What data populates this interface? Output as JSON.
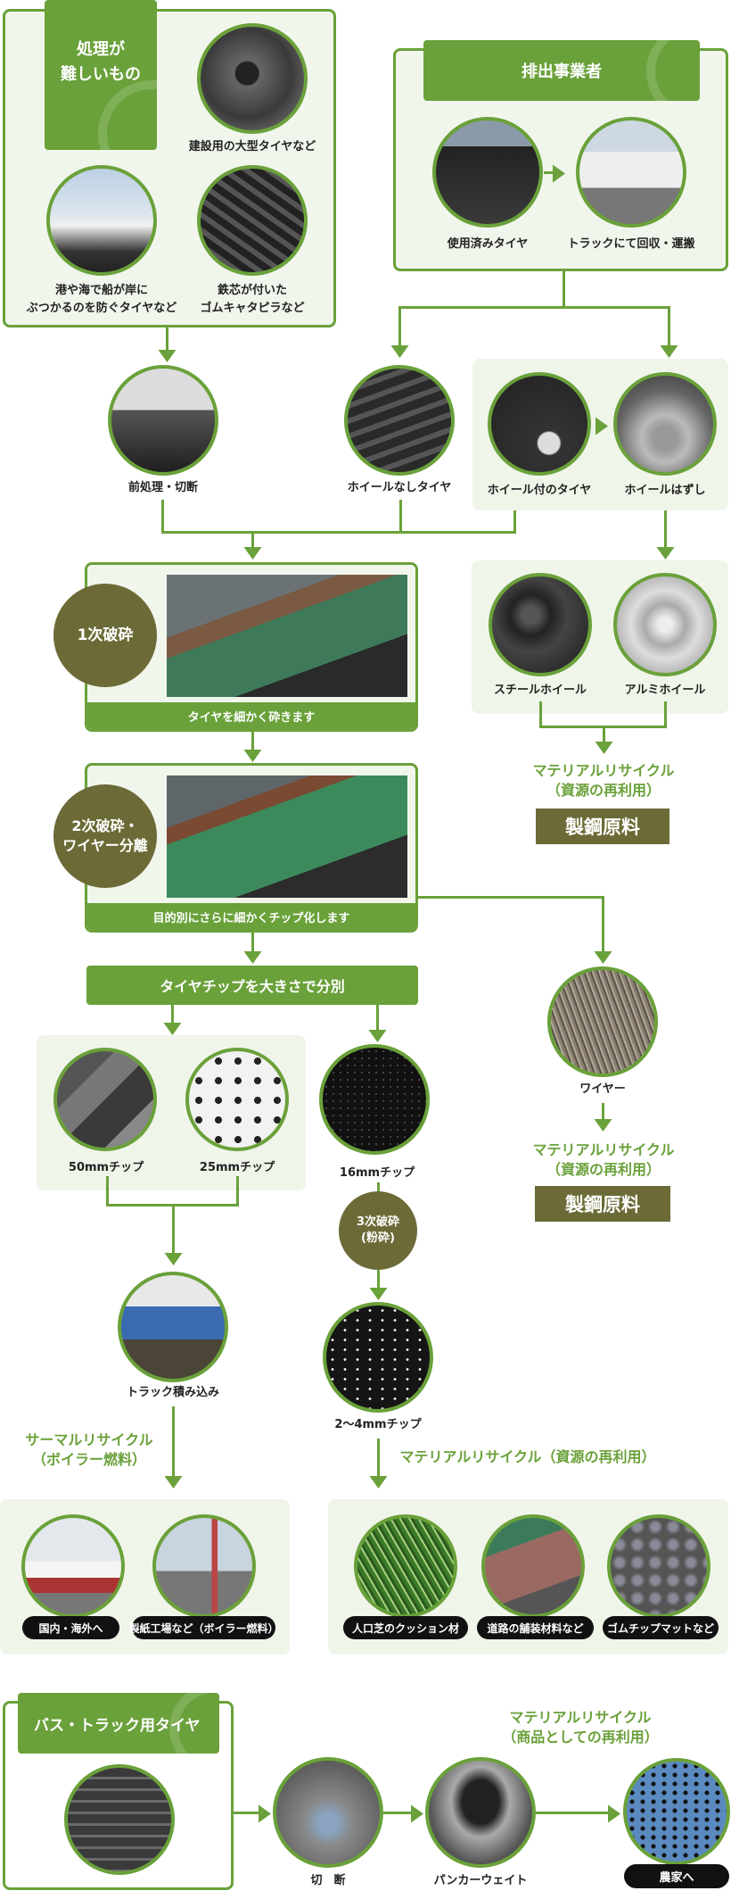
{
  "difficult": {
    "title_line1": "処理が",
    "title_line2": "難しいもの",
    "items": [
      {
        "label": "建設用の大型タイヤなど"
      },
      {
        "label_line1": "港や海で船が岸に",
        "label_line2": "ぶつかるのを防ぐタイヤなど"
      },
      {
        "label_line1": "鉄芯が付いた",
        "label_line2": "ゴムキャタピラなど"
      }
    ]
  },
  "emitter": {
    "title": "排出事業者",
    "items": [
      "使用済みタイヤ",
      "トラックにて回収・運搬"
    ]
  },
  "pre": "前処理・切断",
  "no_wheel": "ホイールなしタイヤ",
  "with_wheel": "ホイール付のタイヤ",
  "wheel_removal": "ホイールはずし",
  "wheels": [
    "スチールホイール",
    "アルミホイール"
  ],
  "primary": {
    "badge": "1次破砕",
    "caption": "タイヤを細かく砕きます"
  },
  "secondary": {
    "badge_line1": "2次破砕・",
    "badge_line2": "ワイヤー分離",
    "caption": "目的別にさらに細かくチップ化します"
  },
  "sort_bar": "タイヤチップを大きさで分別",
  "chips": [
    "50mmチップ",
    "25mmチップ",
    "16mmチップ"
  ],
  "tertiary": {
    "line1": "3次破砕",
    "line2": "(粉砕)"
  },
  "fine_chip": "2〜4mmチップ",
  "truck_load": "トラック積み込み",
  "wire": "ワイヤー",
  "material_recycle": {
    "line1": "マテリアルリサイクル",
    "line2": "（資源の再利用）",
    "product": "製鋼原料"
  },
  "thermal": {
    "line1": "サーマルリサイクル",
    "line2": "（ボイラー燃料）",
    "items": [
      "国内・海外へ",
      "製紙工場など（ボイラー燃料）"
    ]
  },
  "material_inline": "マテリアルリサイクル（資源の再利用）",
  "material_items": [
    "人口芝のクッション材",
    "道路の舗装材料など",
    "ゴムチップマットなど"
  ],
  "bus": {
    "title": "バス・トラック用タイヤ",
    "steps": [
      "切　断",
      "パンカーウェイト",
      "農家へ"
    ],
    "recycle_line1": "マテリアルリサイクル",
    "recycle_line2": "（商品としての再利用）"
  },
  "colors": {
    "green": "#6aa13a",
    "olive": "#6c6b37",
    "light": "#f0f5ea"
  }
}
